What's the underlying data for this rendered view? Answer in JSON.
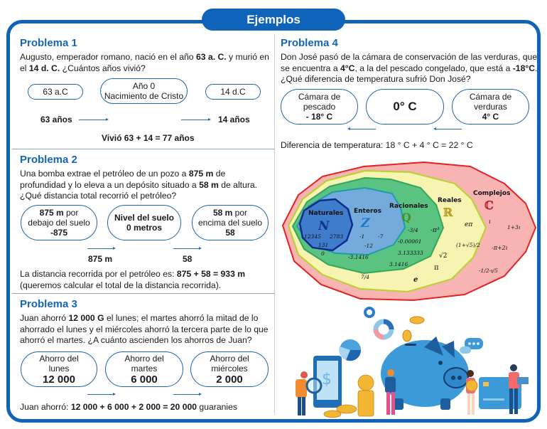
{
  "header": {
    "title": "Ejemplos"
  },
  "colors": {
    "brand_blue": "#0f63b8",
    "title_blue": "#1565b8",
    "divider": "#8ea3bb"
  },
  "problem1": {
    "title": "Problema 1",
    "text_parts": [
      "Augusto, emperador romano, nació en el año ",
      "63 a. C.",
      " y murió en el ",
      "14 d. C.",
      " ¿Cuántos años vivió?"
    ],
    "pills": [
      {
        "line1": "63 a.C"
      },
      {
        "line1": "Año 0",
        "line2": "Nacimiento de Cristo"
      },
      {
        "line1": "14 d.C"
      }
    ],
    "left_label": "63 años",
    "right_label": "14 años",
    "result": "Vivió 63 + 14 = 77 años"
  },
  "problem2": {
    "title": "Problema 2",
    "text_parts": [
      "Una bomba extrae el petróleo de un pozo a ",
      "875 m",
      " de profundidad y lo eleva a un depósito situado a ",
      "58 m",
      " de altura. ¿Qué distancia total recorrió el petróleo?"
    ],
    "pills": [
      {
        "bold": "875 m",
        "rest": " por",
        "line2": "debajo del suelo",
        "line3": "-875"
      },
      {
        "line1": "Nivel del suelo",
        "line2": "0 metros"
      },
      {
        "bold": "58 m",
        "rest": " por",
        "line2": "encima del suelo",
        "line3": "58"
      }
    ],
    "arrow_label_1": "875 m",
    "arrow_label_2": "58",
    "result_parts": [
      "La distancia recorrida por el petróleo es: ",
      "875 + 58 = 933 m",
      " (queremos calcular el total de la distancia recorrida)."
    ]
  },
  "problem3": {
    "title": "Problema 3",
    "text_parts": [
      "Juan ahorró ",
      "12 000 G",
      " el lunes; el martes ahorró la mitad de lo ahorrado el lunes y el miércoles ahorró la tercera parte de lo que ahorró el martes. ¿A cuánto ascienden los ahorros de Juan?"
    ],
    "pills": [
      {
        "line1": "Ahorro del",
        "line2": "lunes",
        "value": "12 000"
      },
      {
        "line1": "Ahorro del",
        "line2": "martes",
        "value": "6 000"
      },
      {
        "line1": "Ahorro del",
        "line2": "miércoles",
        "value": "2 000"
      }
    ],
    "result_parts": [
      "Juan ahorró: ",
      "12 000 + 6 000 + 2 000 = 20 000",
      " guaranies"
    ]
  },
  "problem4": {
    "title": "Problema 4",
    "text_parts": [
      "Don José pasó de la cámara de conservación de las verduras, que se encuentra a ",
      "4°C",
      ", a la del pescado congelado, que está a ",
      "-18°C",
      ". ¿Qué diferencia de temperatura sufrió Don José?"
    ],
    "pills": [
      {
        "line1": "Cámara de",
        "line2": "pescado",
        "line3": "- 18° C"
      },
      {
        "line1": "0° C"
      },
      {
        "line1": "Cámara de",
        "line2": "verduras",
        "line3": "4° C"
      }
    ],
    "result": "Diferencia de temperatura: 18 ° C + 4 ° C = 22 ° C"
  },
  "venn": {
    "naturales": {
      "label": "Naturales",
      "symbol": "N",
      "examples": [
        "12345",
        "2783",
        "131",
        "0"
      ]
    },
    "enteros": {
      "label": "Enteros",
      "symbol": "Z",
      "examples": [
        "-1",
        "-7",
        "-12",
        "-3.1416"
      ]
    },
    "racionales": {
      "label": "Racionales",
      "symbol": "Q",
      "examples": [
        "-3/4",
        "-0.00001",
        "3.133333",
        "3.1416",
        "7/4"
      ]
    },
    "reales": {
      "label": "Reales",
      "symbol": "ℝ",
      "examples": [
        "-π³",
        "eπ",
        "(1+√5)/2",
        "√2",
        "π",
        "e"
      ]
    },
    "complejos": {
      "label": "Complejos",
      "symbol": "ℂ",
      "examples": [
        "ı",
        "1+3ı",
        "-π+2ı",
        "-1/2-ı/5"
      ]
    }
  },
  "illustration": {
    "description": "piggy-bank savings illustration"
  }
}
